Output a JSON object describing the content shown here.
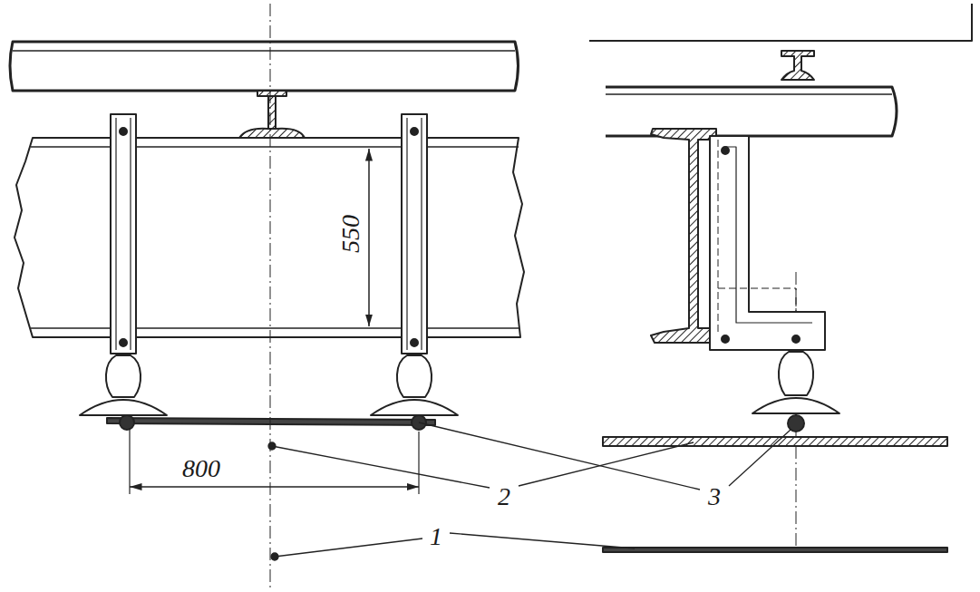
{
  "diagram": {
    "labels": [
      "550",
      "800",
      "2",
      "3",
      "1"
    ]
  }
}
